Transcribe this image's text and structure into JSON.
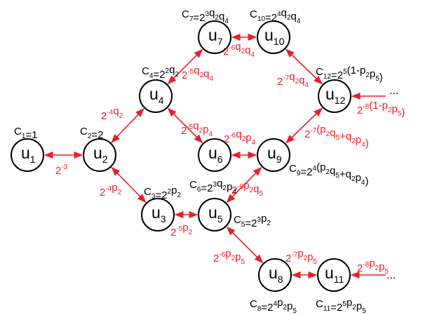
{
  "colors": {
    "edge": "#e8202a",
    "node_stroke": "#000000",
    "text": "#000000"
  },
  "nodes": [
    {
      "id": "u1",
      "base": "u",
      "sub": "1"
    },
    {
      "id": "u2",
      "base": "u",
      "sub": "2"
    },
    {
      "id": "u3",
      "base": "u",
      "sub": "3"
    },
    {
      "id": "u4",
      "base": "u",
      "sub": "4"
    },
    {
      "id": "u5",
      "base": "u",
      "sub": "5"
    },
    {
      "id": "u6",
      "base": "u",
      "sub": "6"
    },
    {
      "id": "u7",
      "base": "u",
      "sub": "7"
    },
    {
      "id": "u8",
      "base": "u",
      "sub": "8"
    },
    {
      "id": "u9",
      "base": "u",
      "sub": "9"
    },
    {
      "id": "u10",
      "base": "u",
      "sub": "10"
    },
    {
      "id": "u11",
      "base": "u",
      "sub": "11"
    },
    {
      "id": "u12",
      "base": "u",
      "sub": "12"
    }
  ],
  "node_labels": [
    {
      "node": "u1",
      "parts": [
        [
          "n",
          "C"
        ],
        [
          "sub",
          "1"
        ],
        [
          "n",
          "=1"
        ]
      ]
    },
    {
      "node": "u2",
      "parts": [
        [
          "n",
          "C"
        ],
        [
          "sub",
          "2"
        ],
        [
          "n",
          "=2"
        ]
      ]
    },
    {
      "node": "u3",
      "parts": [
        [
          "n",
          "C"
        ],
        [
          "sub",
          "3"
        ],
        [
          "n",
          "=2"
        ],
        [
          "sup",
          "2"
        ],
        [
          "n",
          "p"
        ],
        [
          "sub",
          "2"
        ]
      ]
    },
    {
      "node": "u4",
      "parts": [
        [
          "n",
          "C"
        ],
        [
          "sub",
          "4"
        ],
        [
          "n",
          "=2"
        ],
        [
          "sup",
          "2"
        ],
        [
          "n",
          "q"
        ],
        [
          "sub",
          "2"
        ]
      ]
    },
    {
      "node": "u5",
      "parts": [
        [
          "n",
          "C"
        ],
        [
          "sub",
          "5"
        ],
        [
          "n",
          "=2"
        ],
        [
          "sup",
          "3"
        ],
        [
          "n",
          "p"
        ],
        [
          "sub",
          "2"
        ]
      ]
    },
    {
      "node": "u6",
      "parts": [
        [
          "n",
          "C"
        ],
        [
          "sub",
          "6"
        ],
        [
          "n",
          "=2"
        ],
        [
          "sup",
          "3"
        ],
        [
          "n",
          "q"
        ],
        [
          "sub",
          "2"
        ],
        [
          "n",
          "p"
        ],
        [
          "sub",
          "4"
        ]
      ]
    },
    {
      "node": "u7",
      "parts": [
        [
          "n",
          "C"
        ],
        [
          "sub",
          "7"
        ],
        [
          "n",
          "=2"
        ],
        [
          "sup",
          "3"
        ],
        [
          "n",
          "q"
        ],
        [
          "sub",
          "2"
        ],
        [
          "n",
          "q"
        ],
        [
          "sub",
          "4"
        ]
      ]
    },
    {
      "node": "u8",
      "parts": [
        [
          "n",
          "C"
        ],
        [
          "sub",
          "8"
        ],
        [
          "n",
          "=2"
        ],
        [
          "sup",
          "4"
        ],
        [
          "n",
          "p"
        ],
        [
          "sub",
          "2"
        ],
        [
          "n",
          "p"
        ],
        [
          "sub",
          "5"
        ]
      ]
    },
    {
      "node": "u9",
      "parts": [
        [
          "n",
          "C"
        ],
        [
          "sub",
          "9"
        ],
        [
          "n",
          "=2"
        ],
        [
          "sup",
          "4"
        ],
        [
          "n",
          "(p"
        ],
        [
          "sub",
          "2"
        ],
        [
          "n",
          "q"
        ],
        [
          "sub",
          "5"
        ],
        [
          "n",
          "+q"
        ],
        [
          "sub",
          "2"
        ],
        [
          "n",
          "p"
        ],
        [
          "sub",
          "4"
        ],
        [
          "n",
          ")"
        ]
      ]
    },
    {
      "node": "u10",
      "parts": [
        [
          "n",
          "C"
        ],
        [
          "sub",
          "10"
        ],
        [
          "n",
          "=2"
        ],
        [
          "sup",
          "4"
        ],
        [
          "n",
          "q"
        ],
        [
          "sub",
          "2"
        ],
        [
          "n",
          "q"
        ],
        [
          "sub",
          "4"
        ]
      ]
    },
    {
      "node": "u11",
      "parts": [
        [
          "n",
          "C"
        ],
        [
          "sub",
          "11"
        ],
        [
          "n",
          "=2"
        ],
        [
          "sup",
          "5"
        ],
        [
          "n",
          "p"
        ],
        [
          "sub",
          "2"
        ],
        [
          "n",
          "p"
        ],
        [
          "sub",
          "5"
        ]
      ]
    },
    {
      "node": "u12",
      "parts": [
        [
          "n",
          "C"
        ],
        [
          "sub",
          "12"
        ],
        [
          "n",
          "=2"
        ],
        [
          "sup",
          "5"
        ],
        [
          "n",
          "(1-p"
        ],
        [
          "sub",
          "2"
        ],
        [
          "n",
          "p"
        ],
        [
          "sub",
          "5"
        ],
        [
          "n",
          ")"
        ]
      ]
    }
  ],
  "edges": [
    {
      "from": "u1",
      "to": "u2",
      "parts": [
        [
          "n",
          "2"
        ],
        [
          "sup",
          "-3"
        ]
      ]
    },
    {
      "from": "u2",
      "to": "u4",
      "parts": [
        [
          "n",
          "2"
        ],
        [
          "sup",
          "-4"
        ],
        [
          "n",
          "q"
        ],
        [
          "sub",
          "2"
        ]
      ]
    },
    {
      "from": "u2",
      "to": "u3",
      "parts": [
        [
          "n",
          "2"
        ],
        [
          "sup",
          "-4"
        ],
        [
          "n",
          "p"
        ],
        [
          "sub",
          "2"
        ]
      ]
    },
    {
      "from": "u4",
      "to": "u7",
      "parts": [
        [
          "n",
          "2"
        ],
        [
          "sup",
          "-5"
        ],
        [
          "n",
          "q"
        ],
        [
          "sub",
          "2"
        ],
        [
          "n",
          "q"
        ],
        [
          "sub",
          "4"
        ]
      ]
    },
    {
      "from": "u4",
      "to": "u6",
      "parts": [
        [
          "n",
          "2"
        ],
        [
          "sup",
          "-5"
        ],
        [
          "n",
          "q"
        ],
        [
          "sub",
          "2"
        ],
        [
          "n",
          "p"
        ],
        [
          "sub",
          "4"
        ]
      ]
    },
    {
      "from": "u3",
      "to": "u5",
      "parts": [
        [
          "n",
          "2"
        ],
        [
          "sup",
          "-5"
        ],
        [
          "n",
          "p"
        ],
        [
          "sub",
          "2"
        ]
      ]
    },
    {
      "from": "u7",
      "to": "u10",
      "parts": [
        [
          "n",
          "2"
        ],
        [
          "sup",
          "-6"
        ],
        [
          "n",
          "q"
        ],
        [
          "sub",
          "2"
        ],
        [
          "n",
          "q"
        ],
        [
          "sub",
          "4"
        ]
      ]
    },
    {
      "from": "u6",
      "to": "u9",
      "parts": [
        [
          "n",
          "2"
        ],
        [
          "sup",
          "-6"
        ],
        [
          "n",
          "q"
        ],
        [
          "sub",
          "2"
        ],
        [
          "n",
          "p"
        ],
        [
          "sub",
          "4"
        ]
      ]
    },
    {
      "from": "u5",
      "to": "u9",
      "parts": [
        [
          "n",
          "2"
        ],
        [
          "sup",
          "-6"
        ],
        [
          "n",
          "p"
        ],
        [
          "sub",
          "2"
        ],
        [
          "n",
          "q"
        ],
        [
          "sub",
          "5"
        ]
      ]
    },
    {
      "from": "u5",
      "to": "u8",
      "parts": [
        [
          "n",
          "2"
        ],
        [
          "sup",
          "-6"
        ],
        [
          "n",
          "p"
        ],
        [
          "sub",
          "2"
        ],
        [
          "n",
          "p"
        ],
        [
          "sub",
          "5"
        ]
      ]
    },
    {
      "from": "u10",
      "to": "u12",
      "parts": [
        [
          "n",
          "2"
        ],
        [
          "sup",
          "-7"
        ],
        [
          "n",
          "q"
        ],
        [
          "sub",
          "2"
        ],
        [
          "n",
          "q"
        ],
        [
          "sub",
          "4"
        ]
      ]
    },
    {
      "from": "u9",
      "to": "u12",
      "parts": [
        [
          "n",
          "2"
        ],
        [
          "sup",
          "-7"
        ],
        [
          "n",
          "(p"
        ],
        [
          "sub",
          "2"
        ],
        [
          "n",
          "q"
        ],
        [
          "sub",
          "5"
        ],
        [
          "n",
          "+q"
        ],
        [
          "sub",
          "2"
        ],
        [
          "n",
          "p"
        ],
        [
          "sub",
          "4"
        ],
        [
          "n",
          ")"
        ]
      ]
    },
    {
      "from": "u8",
      "to": "u11",
      "parts": [
        [
          "n",
          "2"
        ],
        [
          "sup",
          "-7"
        ],
        [
          "n",
          "p"
        ],
        [
          "sub",
          "2"
        ],
        [
          "n",
          "p"
        ],
        [
          "sub",
          "5"
        ]
      ]
    },
    {
      "from": "u12",
      "to": "more-top",
      "parts": [
        [
          "n",
          "2"
        ],
        [
          "sup",
          "-8"
        ],
        [
          "n",
          "(1-p"
        ],
        [
          "sub",
          "2"
        ],
        [
          "n",
          "p"
        ],
        [
          "sub",
          "5"
        ],
        [
          "n",
          ")"
        ]
      ]
    },
    {
      "from": "u11",
      "to": "more-bottom",
      "parts": [
        [
          "n",
          "2"
        ],
        [
          "sup",
          "-8"
        ],
        [
          "n",
          "p"
        ],
        [
          "sub",
          "2"
        ],
        [
          "n",
          "p"
        ],
        [
          "sub",
          "5"
        ]
      ]
    }
  ],
  "continuation": "..."
}
